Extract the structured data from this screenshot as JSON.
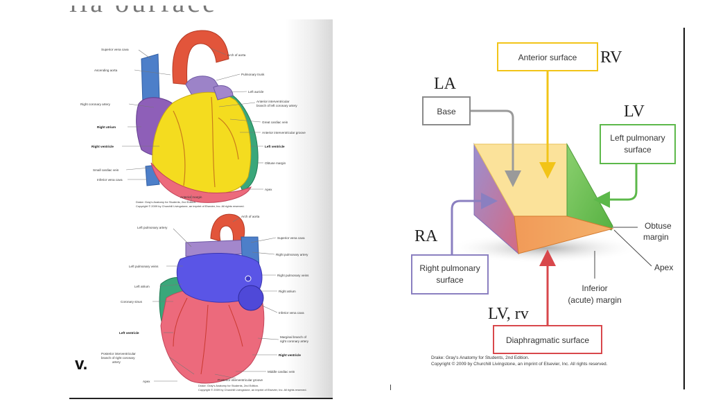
{
  "left_figure": {
    "top_cut_heading": "lla ourface",
    "anterior_view": {
      "labels_left": [
        "Superior vena cava",
        "Ascending aorta",
        "Right coronary artery",
        "Right atrium",
        "Right ventricle",
        "Small cardiac vein",
        "Inferior vena cava"
      ],
      "labels_right": [
        "Arch of aorta",
        "Pulmonary trunk",
        "Left auricle",
        "Anterior interventricular",
        "branch of left coronary artery",
        "Great cardiac vein",
        "Anterior interventricular groove",
        "Left ventricle",
        "Obtuse margin",
        "Apex"
      ],
      "label_bottom": "Anterior margin",
      "credit_line1": "Drake: Gray's Anatomy for Students, 2nd Edition.",
      "credit_line2": "Copyright © 2009 by Churchill Livingstone, an imprint of Elsevier, Inc. All rights reserved."
    },
    "posterior_view": {
      "labels_left": [
        "Left pulmonary artery",
        "Left pulmonary veins",
        "Left atrium",
        "Coronary sinus",
        "Left ventricle",
        "Posterior interventricular",
        "branch of right coronary",
        "artery",
        "Apex"
      ],
      "labels_right": [
        "Arch of aorta",
        "Superior vena cava",
        "Right pulmonary artery",
        "Right pulmonary veins",
        "Right atrium",
        "Inferior vena cava",
        "Marginal branch of",
        "right coronary artery",
        "Right ventricle",
        "Middle cardiac vein",
        "Posterior interventricular groove"
      ],
      "credit_line1": "Drake: Gray's Anatomy for Students, 2nd Edition.",
      "credit_line2": "Copyright © 2009 by Churchill Livingstone, an imprint of Elsevier, Inc. All rights reserved."
    },
    "roman_label": "v."
  },
  "right_diagram": {
    "chamber_labels": {
      "la": "LA",
      "rv": "RV",
      "lv": "LV",
      "ra": "RA",
      "lv_rv": "LV, rv"
    },
    "boxes": {
      "anterior": "Anterior surface",
      "base": "Base",
      "left_pulmonary_line1": "Left pulmonary",
      "left_pulmonary_line2": "surface",
      "right_pulmonary_line1": "Right pulmonary",
      "right_pulmonary_line2": "surface",
      "diaphragmatic": "Diaphragmatic surface"
    },
    "notes": {
      "obtuse_line1": "Obtuse",
      "obtuse_line2": "margin",
      "apex": "Apex",
      "inferior_line1": "Inferior",
      "inferior_line2": "(acute) margin"
    },
    "credit_line1": "Drake: Gray's Anatomy for Students, 2nd Edition.",
    "credit_line2": "Copyright © 2009 by Churchill Livingstone, an imprint of Elsevier, Inc. All rights reserved.",
    "colors": {
      "anterior": "#f2c417",
      "base": "#8a8a8a",
      "left_pulmonary": "#5cb84a",
      "right_pulmonary": "#8a7fc0",
      "diaphragmatic": "#d8474b"
    }
  }
}
